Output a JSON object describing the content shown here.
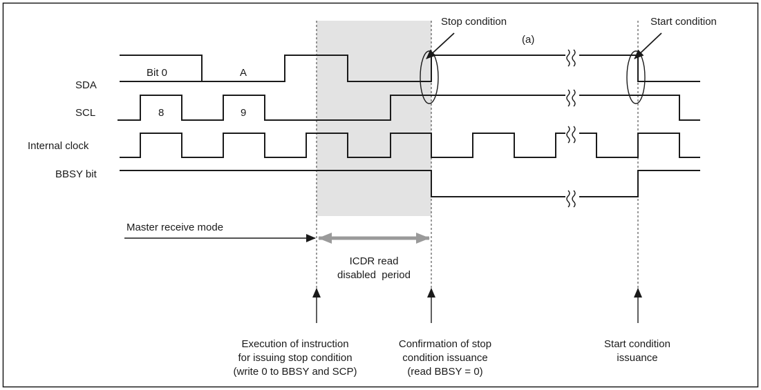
{
  "signals": {
    "sda": "SDA",
    "scl": "SCL",
    "internal_clock": "Internal clock",
    "bbsy": "BBSY bit"
  },
  "bits": {
    "bit0": "Bit 0",
    "ack": "A",
    "clk8": "8",
    "clk9": "9"
  },
  "conditions": {
    "stop": "Stop condition",
    "start": "Start condition",
    "marker_a": "(a)"
  },
  "modes": {
    "master_receive": "Master receive mode",
    "icdr_line1": "ICDR read",
    "icdr_line2": "disabled  period"
  },
  "events": {
    "exec_line1": "Execution of instruction",
    "exec_line2": "for issuing stop condition",
    "exec_line3": "(write 0 to BBSY and SCP)",
    "confirm_line1": "Confirmation of stop",
    "confirm_line2": "condition issuance",
    "confirm_line3": "(read BBSY = 0)",
    "start_line1": "Start condition",
    "start_line2": "issuance"
  }
}
